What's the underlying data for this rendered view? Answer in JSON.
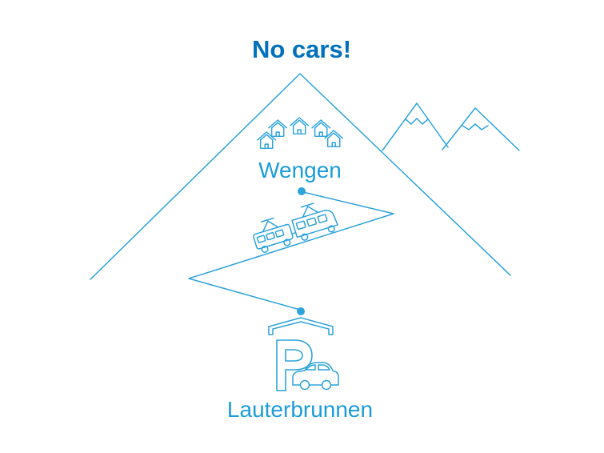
{
  "title": "No cars!",
  "diagram": {
    "upper_station_label": "Wengen",
    "lower_station_label": "Lauterbrunnen",
    "parking_letter": "P"
  },
  "colors": {
    "title": "#0071bc",
    "line": "#2fa3db",
    "label": "#1d9cd8",
    "background": "#ffffff"
  }
}
